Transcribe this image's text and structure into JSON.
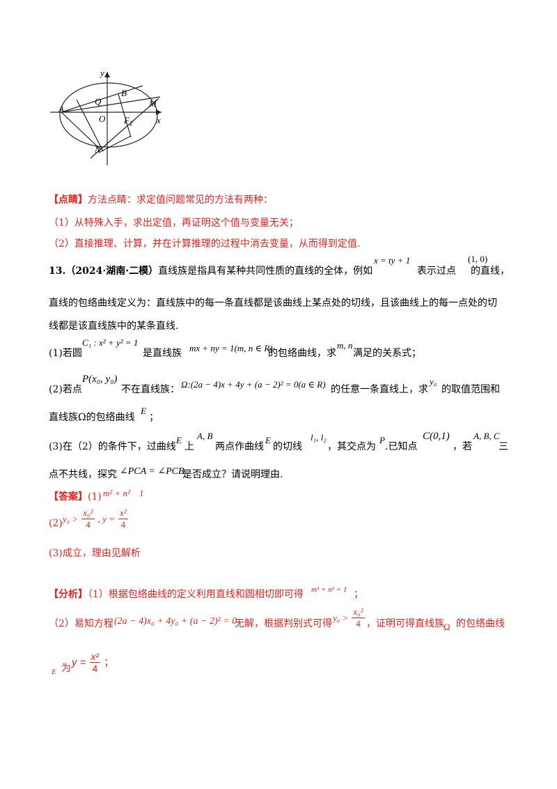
{
  "figure": {
    "labels": {
      "y": "y",
      "x": "x",
      "A": "A",
      "B": "B",
      "Q": "Q",
      "O": "O",
      "M": "M",
      "F2": "F",
      "F2_sub": "2",
      "N": "N"
    }
  },
  "tip": {
    "tag": "【点睛】",
    "line1": "方法点睛：求定值问题常见的方法有两种：",
    "line2": "（1）从特殊入手，求出定值，再证明这个值与变量无关；",
    "line3": "（2）直接推理、计算，并在计算推理的过程中消去变量，从而得到定值."
  },
  "problem": {
    "number": "13.",
    "source": "（2024·湖南·二模）",
    "intro_a": "直线族是指具有某种共同性质的直线的全体，例如",
    "intro_eq": "x = ty + 1",
    "intro_b": "表示过点",
    "intro_point": "(1, 0)",
    "intro_c": "的直线，",
    "line2": "直线的包络曲线定义为：直线族中的每一条直线都是该曲线上某点处的切线，且该曲线上的每一点处的切",
    "line3": "线都是该直线族中的某条直线.",
    "p1_a": "(1)若圆",
    "p1_circle": "C₁ : x² + y² = 1",
    "p1_b": "是直线族",
    "p1_family": "mx + ny = 1(m, n ∈ R)",
    "p1_c": "的包络曲线，求",
    "p1_vars": "m, n",
    "p1_d": "满足的关系式；",
    "p2_a": "(2)若点",
    "p2_point": "P(x₀, y₀)",
    "p2_b": "不在直线族：",
    "p2_family": "Ω:(2a − 4)x + 4y + (a − 2)² = 0(a ∈ R)",
    "p2_c": "的任意一条直线上，求",
    "p2_var": "y₀",
    "p2_d": "的取值范围和",
    "p2_line2": "直线族Ω的包络曲线",
    "p2_E": "E",
    "p2_end": "；",
    "p3_a": "(3)在（2）的条件下，过曲线",
    "p3_E": "E",
    "p3_b": "上",
    "p3_AB": "A, B",
    "p3_c": "两点作曲线",
    "p3_E2": "E",
    "p3_d": "的切线",
    "p3_l": "l₁, l₂",
    "p3_e": "，其交点为",
    "p3_P": "P",
    "p3_f": ".已知点",
    "p3_C": "C(0,1)",
    "p3_g": "，若",
    "p3_ABC": "A, B, C",
    "p3_h": "三",
    "p3_line2a": "点不共线，探究",
    "p3_angle": "∠PCA = ∠PCB",
    "p3_line2b": "是否成立？请说明理由."
  },
  "answer": {
    "tag": "【答案】",
    "a1_prefix": "(1)",
    "a1": "m² + n²    1",
    "a2_prefix": "(2)",
    "a2_left": "y₀ >",
    "a2_num": "x₀²",
    "a2_den": "4",
    "a2_mid": ", y =",
    "a2_num2": "x²",
    "a2_den2": "4",
    "a3": "(3)成立，理由见解析"
  },
  "analysis": {
    "tag": "【分析】",
    "l1": "（1）根据包络曲线的定义利用直线和圆相切即可得",
    "l1_eq": "m² + n² = 1",
    "l1_end": "；",
    "l2_a": "（2）易知方程",
    "l2_eq": "(2a − 4)x₀ + 4y₀ + (a − 2)² = 0",
    "l2_b": "无解，根据判别式可得",
    "l2_ineq": "y₀ >",
    "l2_num": "x₀²",
    "l2_den": "4",
    "l2_c": "，证明可得直线族",
    "l2_omega": "Ω",
    "l2_d": "的包络曲线",
    "l3_E": "E",
    "l3_a": "为",
    "l3_eq": "y =",
    "l3_num": "x²",
    "l3_den": "4",
    "l3_end": "；"
  }
}
